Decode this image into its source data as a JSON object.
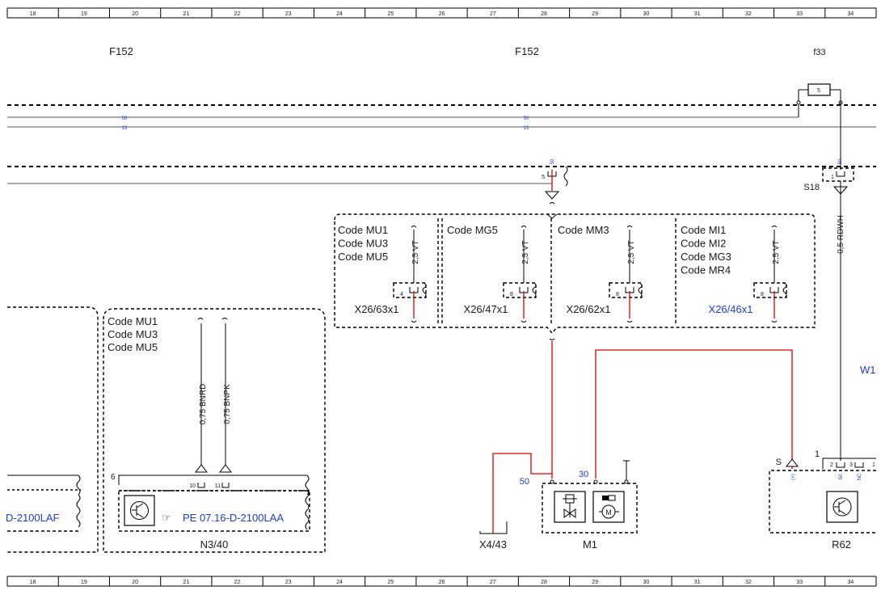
{
  "ruler": {
    "columns": [
      "18",
      "19",
      "20",
      "21",
      "22",
      "23",
      "24",
      "25",
      "26",
      "27",
      "28",
      "29",
      "30",
      "31",
      "32",
      "33",
      "34"
    ]
  },
  "headers": {
    "f152_a": "F152",
    "f152_b": "F152",
    "f33": "f33"
  },
  "bus": {
    "fuse_value": "5",
    "wire_50_a": "50",
    "wire_15_a": "15",
    "wire_50_b": "50",
    "wire_15_b": "15",
    "conn_5_pin": "5",
    "conn_5_wire": "50",
    "s18_pin": "1",
    "s18_wire": "50",
    "s18_label": "S18",
    "rdwh_label": "0,5 RDWH",
    "w_ref": "W1"
  },
  "variants": [
    {
      "codes": [
        "Code MU1",
        "Code MU3",
        "Code MU5"
      ],
      "wire": "2,5 VT",
      "pin": "4",
      "connector": "X26/63x1",
      "link": false
    },
    {
      "codes": [
        "Code MG5"
      ],
      "wire": "2,5 VT",
      "pin": "8",
      "connector": "X26/47x1",
      "link": false
    },
    {
      "codes": [
        "Code MM3"
      ],
      "wire": "2,5 VT",
      "pin": "8",
      "connector": "X26/62x1",
      "link": false
    },
    {
      "codes": [
        "Code MI1",
        "Code MI2",
        "Code MG3",
        "Code MR4"
      ],
      "wire": "2,5 VT",
      "pin": "8",
      "connector": "X26/46x1",
      "link": true
    }
  ],
  "n340": {
    "codes": [
      "Code MU1",
      "Code MU3",
      "Code MU5"
    ],
    "wire_a": "0,75 BNRD",
    "wire_b": "0,75 BNPK",
    "pin_6": "6",
    "pin_a": "10",
    "pin_b": "11",
    "ref": "PE 07.16-D-2100LAA",
    "label": "N3/40"
  },
  "left_partial": {
    "ref": "D-2100LAF"
  },
  "m1": {
    "pin_50": "50",
    "pin_30": "30",
    "label": "M1"
  },
  "x443": {
    "label": "X4/43"
  },
  "r62": {
    "label": "R62",
    "pin_1": "1",
    "pin_2": "2",
    "pin_3": "3",
    "pin_s": "S",
    "plus": "(+)",
    "w50": "50",
    "nc": "NC",
    "cut": "1"
  }
}
